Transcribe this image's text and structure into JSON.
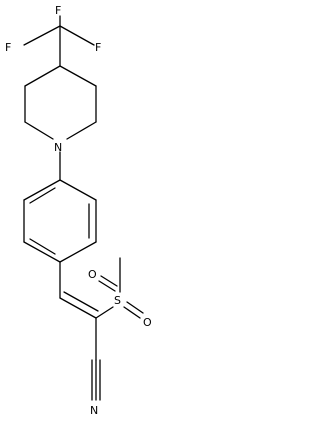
{
  "molecule": {
    "atoms": {
      "f1": "F",
      "f2": "F",
      "f3": "F",
      "n_piperidine": "N",
      "s": "S",
      "o1": "O",
      "o2": "O",
      "n_nitrile": "N"
    }
  }
}
